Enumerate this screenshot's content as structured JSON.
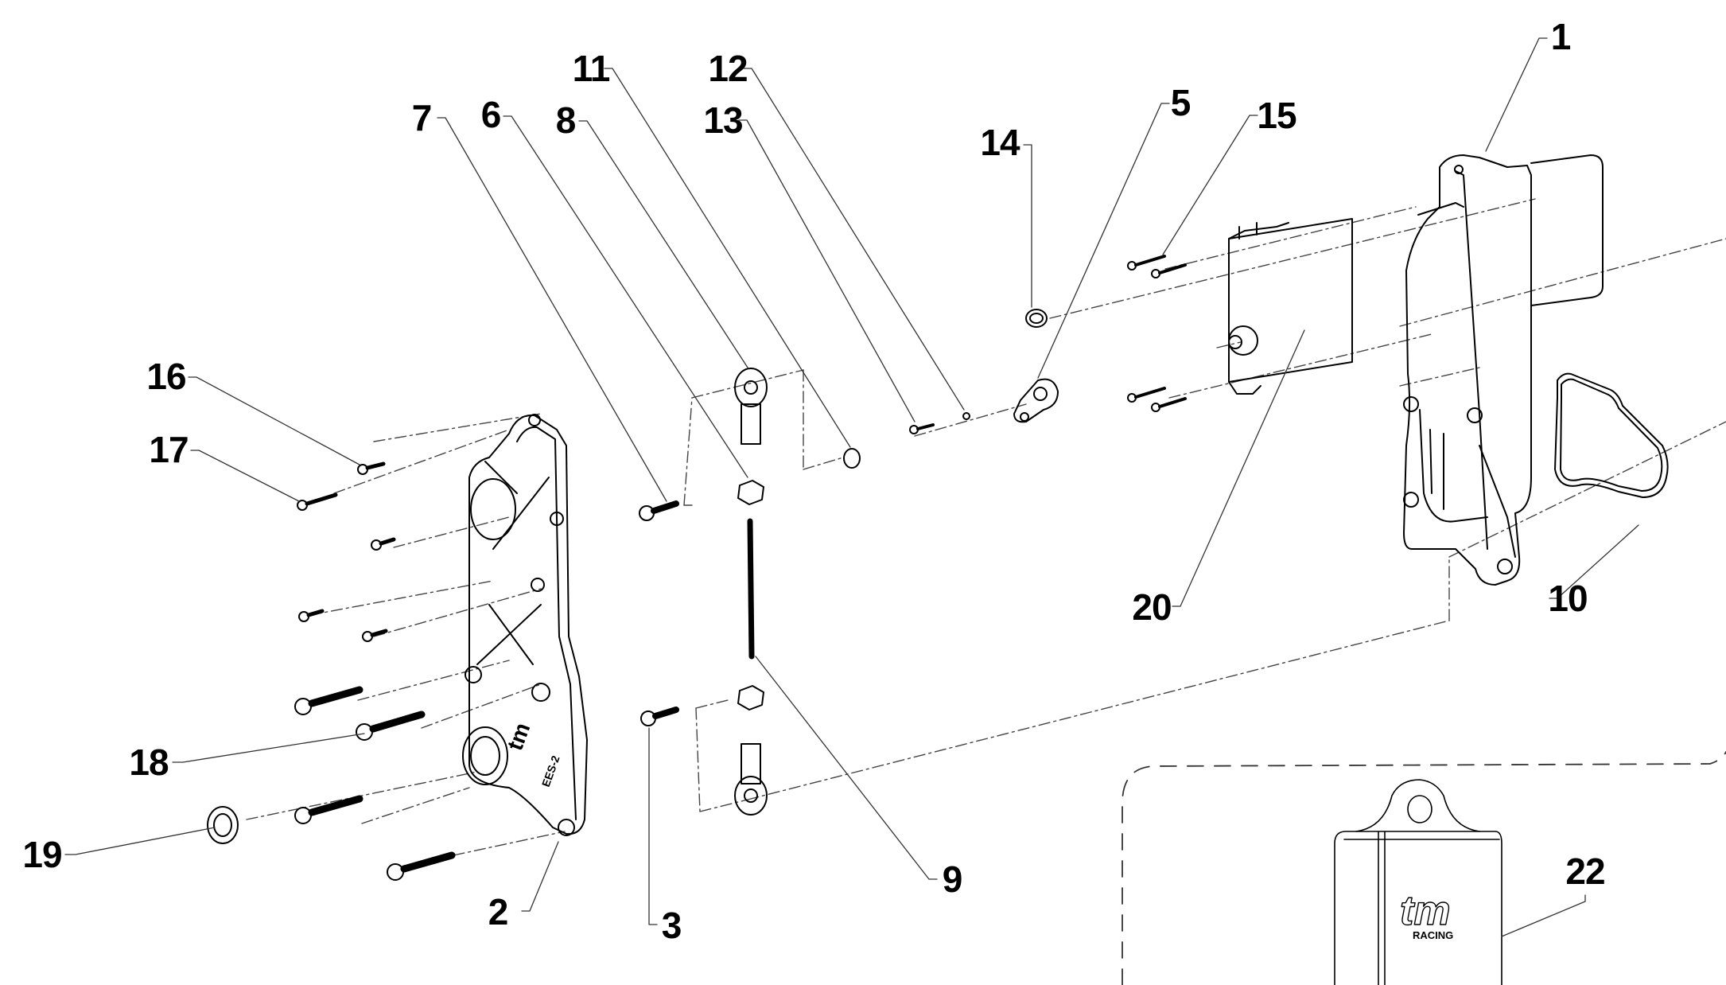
{
  "diagram": {
    "type": "exploded parts diagram",
    "brand_mark": "tm",
    "brand_sub": "RACING",
    "part_stamp": "EES-2",
    "callouts": [
      {
        "id": "1",
        "label": "1"
      },
      {
        "id": "2",
        "label": "2"
      },
      {
        "id": "3",
        "label": "3"
      },
      {
        "id": "5",
        "label": "5"
      },
      {
        "id": "6",
        "label": "6"
      },
      {
        "id": "7",
        "label": "7"
      },
      {
        "id": "8",
        "label": "8"
      },
      {
        "id": "9",
        "label": "9"
      },
      {
        "id": "10",
        "label": "10"
      },
      {
        "id": "11",
        "label": "11"
      },
      {
        "id": "12",
        "label": "12"
      },
      {
        "id": "13",
        "label": "13"
      },
      {
        "id": "14",
        "label": "14"
      },
      {
        "id": "15",
        "label": "15"
      },
      {
        "id": "16",
        "label": "16"
      },
      {
        "id": "17",
        "label": "17"
      },
      {
        "id": "18",
        "label": "18"
      },
      {
        "id": "19",
        "label": "19"
      },
      {
        "id": "20",
        "label": "20"
      },
      {
        "id": "22",
        "label": "22"
      }
    ],
    "colors": {
      "line": "#000000",
      "background": "#ffffff",
      "leader": "#333333"
    }
  }
}
